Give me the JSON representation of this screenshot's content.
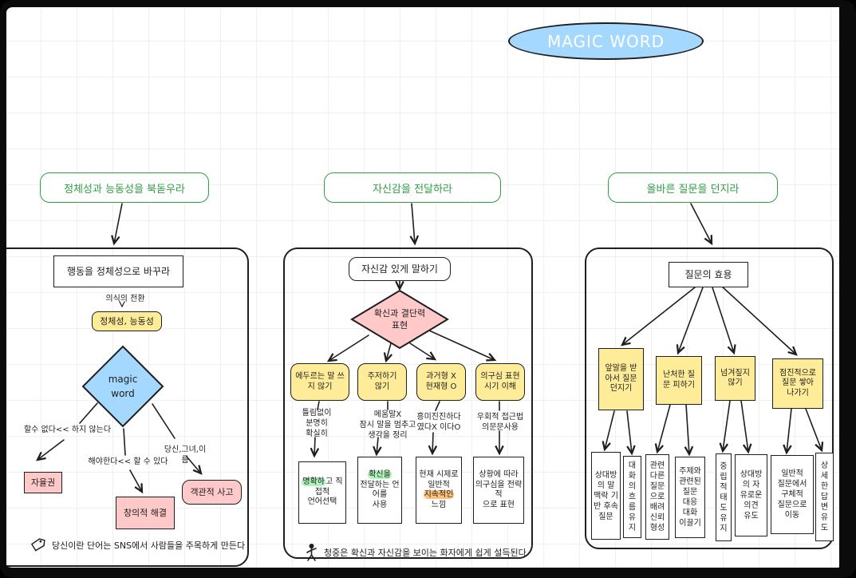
{
  "canvas": {
    "title": "MAGIC WORD",
    "branch_headers": [
      {
        "label": "정체성과 능동성을 북돋우라"
      },
      {
        "label": "자신감을 전달하라"
      },
      {
        "label": "올바른 질문을 던지라"
      }
    ]
  },
  "identity_panel": {
    "heading": "행동을 정체성으로 바꾸라",
    "shift_note": "의식의 전환",
    "keyword_tag": "정체성, 능동성",
    "diamond": "magic\nword",
    "edge_labels": {
      "left": "할수 없다<< 하지 않는다",
      "center": "해야한다<< 할 수 있다",
      "right": "당신,그녀,이름"
    },
    "outcomes": {
      "left": "자율권",
      "center": "창의적 해결",
      "right": "객관적 사고"
    },
    "footnote": "당신이란 단어는 SNS에서 사람들을 주목하게 만든다"
  },
  "confidence_panel": {
    "heading": "자신감 있게 말하기",
    "diamond": "확신과 결단력\n표현",
    "columns": [
      {
        "tip": "에두르는 말 쓰\n지 않기",
        "note": "틀림없이\n분명히\n확실히",
        "detail": {
          "pre": "",
          "hl": "명확하",
          "hl_color": "green",
          "post": "고 직\n접적\n언어선택"
        }
      },
      {
        "tip": "주저하기\n않기",
        "note": "메움말X\n잠시 말을 멈추고\n생각을 정리",
        "detail": {
          "pre": "",
          "hl": "확신을",
          "hl_color": "green",
          "post": "\n전달하는 언\n어를\n사용"
        }
      },
      {
        "tip": "과거형 X\n현재형 O",
        "note": "흥미진진하다\n였다X 이다O",
        "detail": {
          "pre": "현재 시제로\n일반적\n",
          "hl": "지속적인",
          "hl_color": "orange",
          "post": "\n느낌"
        }
      },
      {
        "tip": "의구심 표현\n시기 이해",
        "note": "우회적 접근법\n의문문사용",
        "detail": {
          "pre": "상황에 따라\n의구심을 전략적\n으로 표현",
          "hl": "",
          "hl_color": "",
          "post": ""
        }
      }
    ],
    "footnote": "청중은 확신과 자신감을 보이는 화자에게 쉽게 설득된다"
  },
  "question_panel": {
    "heading": "질문의 효용",
    "groups": [
      {
        "tactic": "앞말을 받\n아서 질문\n던지기",
        "effects": [
          "상대방\n의 말\n맥락 기\n반 후속\n질문",
          "대\n화\n의\n흐\n름\n유\n지"
        ]
      },
      {
        "tactic": "난처한 질\n문 피하기",
        "effects": [
          "관련\n다른\n질문\n으로\n배려\n신뢰\n형성",
          "주제와\n관련된\n질문\n대응\n대화\n이끌기"
        ]
      },
      {
        "tactic": "넘겨짚지\n않기",
        "effects": [
          "중\n립\n적\n태\n도\n유\n지",
          "상대방\n의 자\n유로운\n의견\n유도"
        ]
      },
      {
        "tactic": "점진적으로\n질문 쌓아\n나가기",
        "effects": [
          "일반적\n질문에서\n구체적\n질문으로\n이동",
          "상\n세\n한\n답\n변\n유\n도"
        ]
      }
    ]
  },
  "colors": {
    "blue_fill": "#a5d8ff",
    "pink_fill": "#ffc9c9",
    "yellow_fill": "#ffec99",
    "green_accent": "#2f9e44",
    "ink": "#1e1e1e",
    "highlight_green": "#b2f2bb",
    "highlight_orange": "#ffc078"
  }
}
